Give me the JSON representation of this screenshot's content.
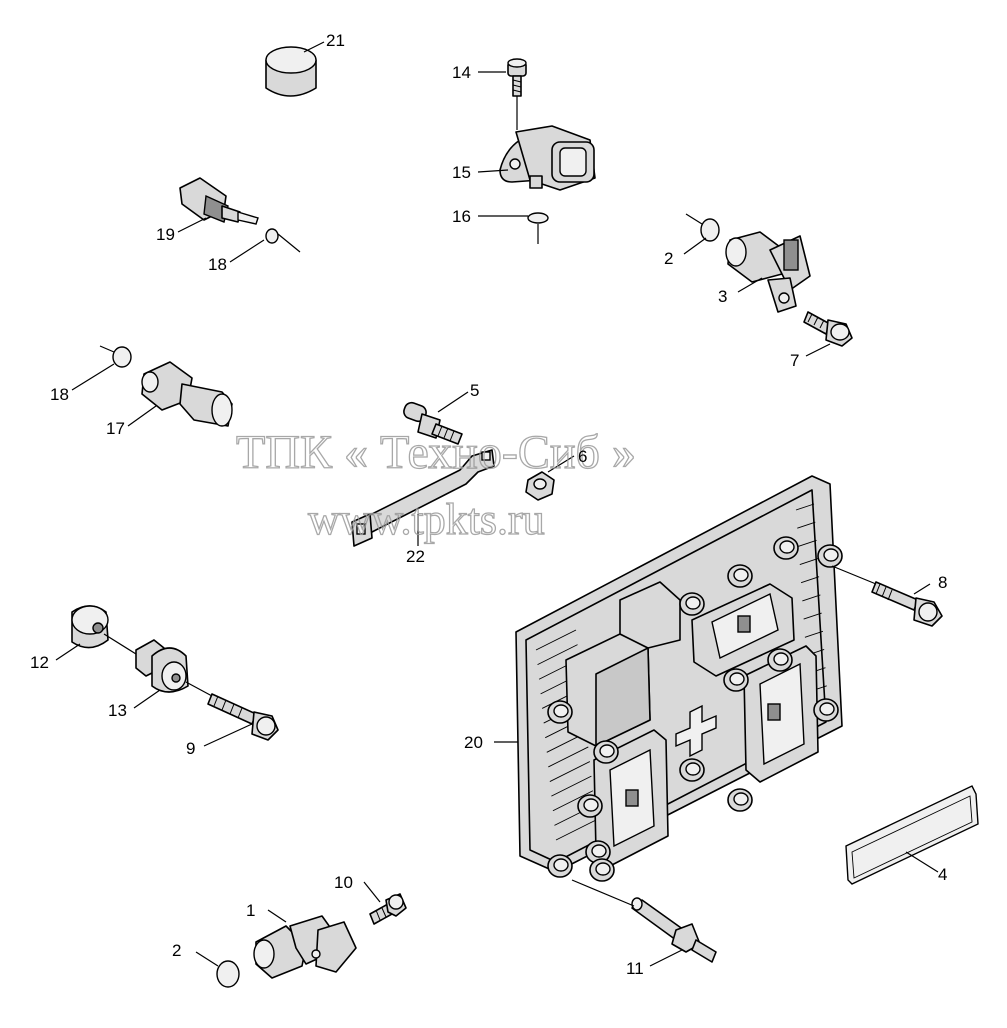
{
  "watermark": {
    "line1": "ТПК « Техно-Сиб »",
    "line2": "www.tpkts.ru"
  },
  "callouts": [
    {
      "id": "1",
      "label": "1"
    },
    {
      "id": "2a",
      "label": "2"
    },
    {
      "id": "2b",
      "label": "2"
    },
    {
      "id": "3",
      "label": "3"
    },
    {
      "id": "4",
      "label": "4"
    },
    {
      "id": "5",
      "label": "5"
    },
    {
      "id": "6",
      "label": "6"
    },
    {
      "id": "7",
      "label": "7"
    },
    {
      "id": "8",
      "label": "8"
    },
    {
      "id": "9",
      "label": "9"
    },
    {
      "id": "10",
      "label": "10"
    },
    {
      "id": "11",
      "label": "11"
    },
    {
      "id": "12",
      "label": "12"
    },
    {
      "id": "13",
      "label": "13"
    },
    {
      "id": "14",
      "label": "14"
    },
    {
      "id": "15",
      "label": "15"
    },
    {
      "id": "16",
      "label": "16"
    },
    {
      "id": "17",
      "label": "17"
    },
    {
      "id": "18a",
      "label": "18"
    },
    {
      "id": "18b",
      "label": "18"
    },
    {
      "id": "19",
      "label": "19"
    },
    {
      "id": "20",
      "label": "20"
    },
    {
      "id": "21",
      "label": "21"
    },
    {
      "id": "22",
      "label": "22"
    }
  ]
}
